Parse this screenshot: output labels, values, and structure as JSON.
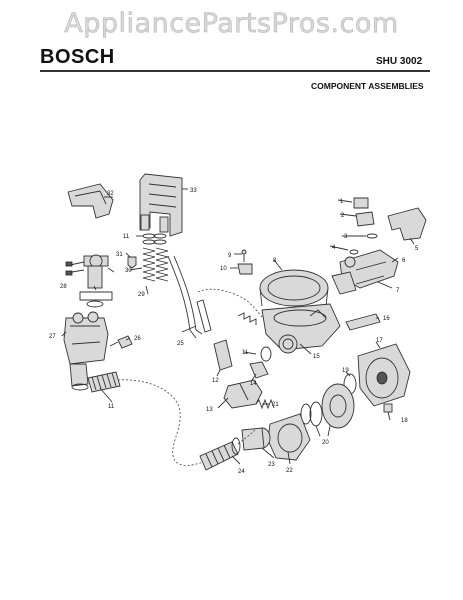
{
  "watermark": "AppliancePartsPros.com",
  "header": {
    "brand": "BOSCH",
    "model": "SHU 3002",
    "section": "COMPONENT ASSEMBLIES"
  },
  "callouts": [
    "1",
    "2",
    "3",
    "4",
    "5",
    "6",
    "7",
    "8",
    "9",
    "10",
    "11",
    "11",
    "11",
    "12",
    "13",
    "14",
    "15",
    "16",
    "17",
    "18",
    "19",
    "20",
    "21",
    "22",
    "23",
    "24",
    "25",
    "26",
    "27",
    "28",
    "29",
    "30",
    "31",
    "32",
    "33"
  ]
}
